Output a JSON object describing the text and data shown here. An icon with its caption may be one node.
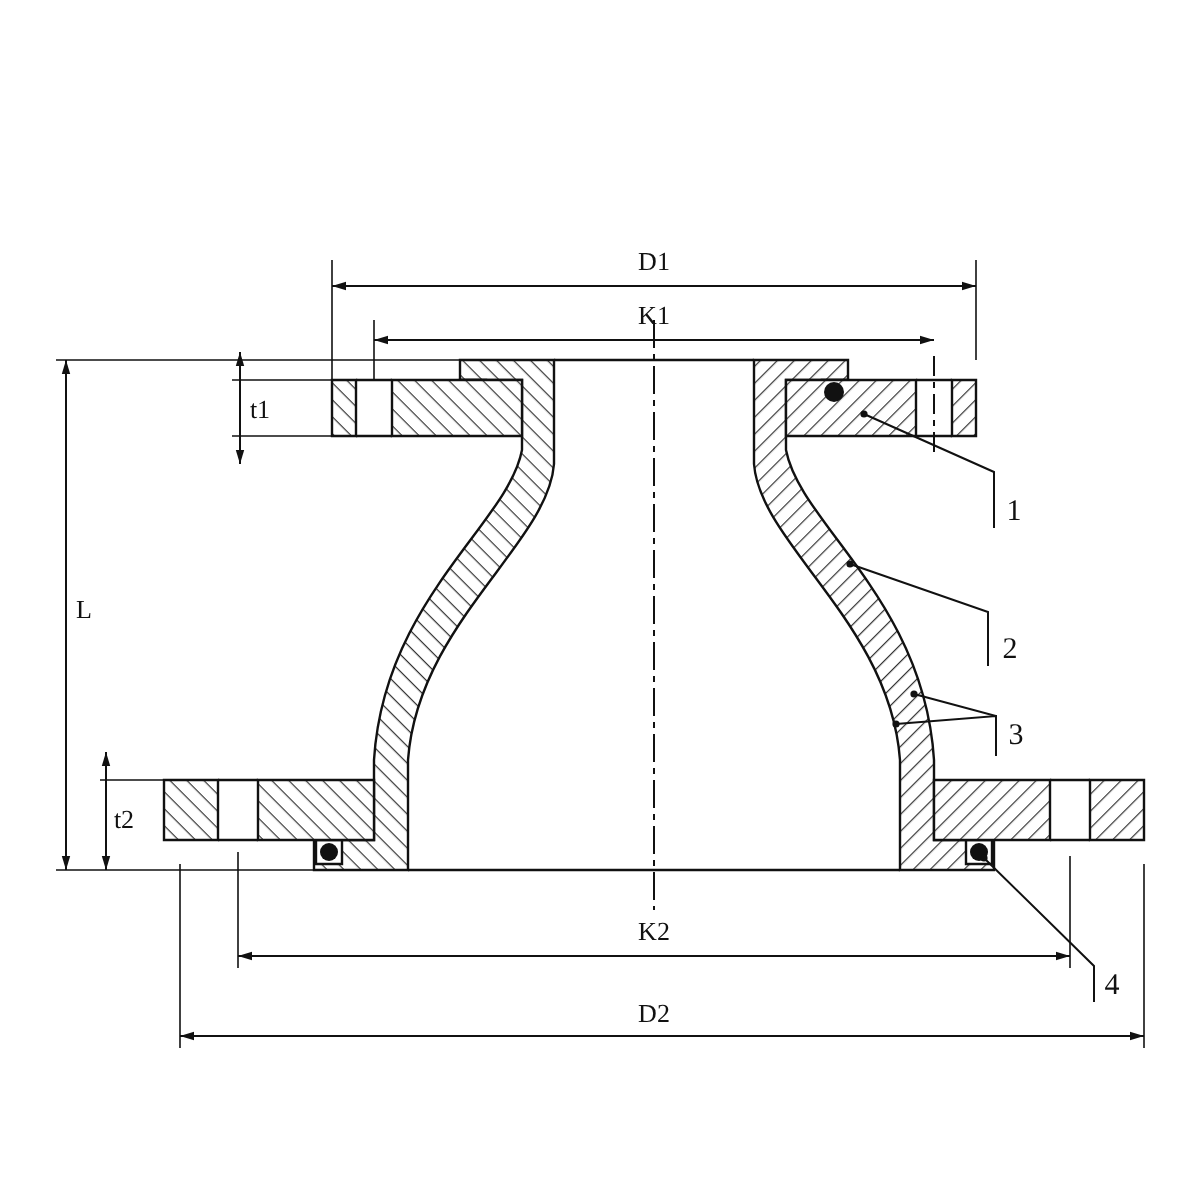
{
  "diagram": {
    "nodes": [
      {
        "text": [
          "1"
        ]
      },
      {
        "text": [
          "2"
        ]
      },
      {
        "text": [
          "3"
        ]
      },
      {
        "text": [
          "4"
        ]
      },
      {
        "text": [],
        "shape": "picture"
      },
      {
        "text": [],
        "shape": "picture"
      },
      {
        "text": [],
        "shape": "circle",
        "in": 5
      },
      {
        "text": [],
        "shape": "picture"
      }
    ],
    "edges": [
      {
        "from": 0,
        "to": 4,
        "arrow": "other"
      },
      {
        "from": 1,
        "to": 5,
        "arrow": "other"
      },
      {
        "from": 2,
        "to": 5,
        "arrow": "other"
      },
      {
        "from": 2,
        "to": 5,
        "arrow": "other"
      },
      {
        "from": 3,
        "to": 6,
        "arrow": "other"
      }
    ],
    "labels": [
      "D1",
      "K1",
      "t1",
      "L",
      "t2",
      "K2",
      "D2"
    ]
  }
}
